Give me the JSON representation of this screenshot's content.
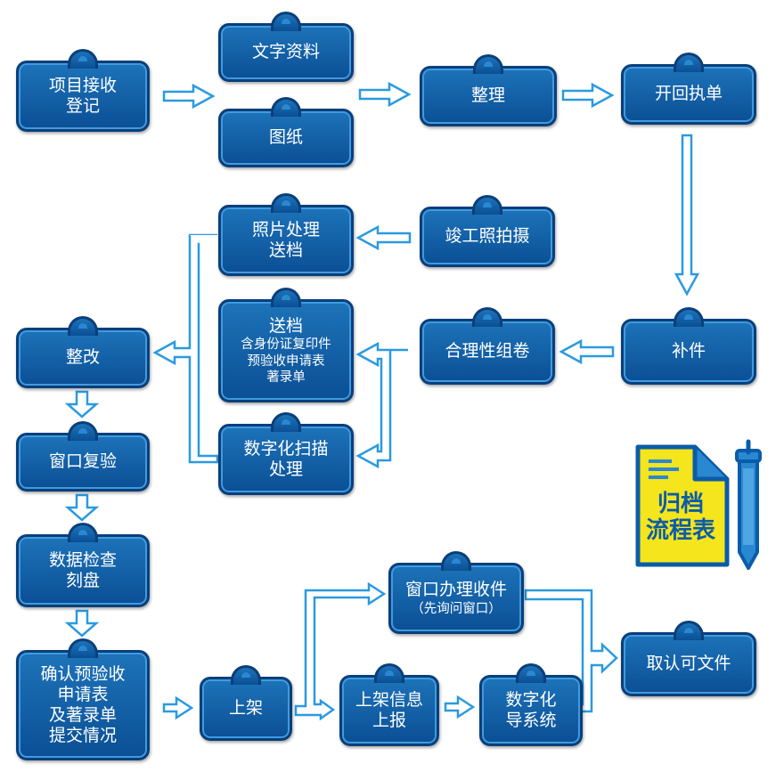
{
  "colors": {
    "node_fill": "#0b5ca8",
    "node_border": "#0a3f7a",
    "arrow_stroke": "#2a9ae0",
    "logo_yellow": "#f4e51c"
  },
  "nodes": {
    "registration": [
      "项目接收",
      "登记"
    ],
    "text_materials": [
      "文字资料"
    ],
    "drawings": [
      "图纸"
    ],
    "organize": [
      "整理"
    ],
    "receipt": [
      "开回执单"
    ],
    "supplement": [
      "补件"
    ],
    "reasonable_volume": [
      "合理性组卷"
    ],
    "completion_photo": [
      "竣工照拍摄"
    ],
    "photo_processing": [
      "照片处理",
      "送档"
    ],
    "submit_docs": {
      "title": "送档",
      "details": [
        "含身份证复印件",
        "预验收申请表",
        "著录单"
      ]
    },
    "digital_scan": [
      "数字化扫描",
      "处理"
    ],
    "rectify": [
      "整改"
    ],
    "window_recheck": [
      "窗口复验"
    ],
    "data_check": [
      "数据检查",
      "刻盘"
    ],
    "confirm": [
      "确认预验收",
      "申请表",
      "及著录单",
      "提交情况"
    ],
    "shelve": [
      "上架"
    ],
    "shelf_info": [
      "上架信息",
      "上报"
    ],
    "digital_system": [
      "数字化",
      "导系统"
    ],
    "window_processing": {
      "title": "窗口办理收件",
      "note": "（先询问窗口）"
    },
    "get_certificate": [
      "取认可文件"
    ]
  },
  "logo": {
    "lines": [
      "归档",
      "流程表"
    ],
    "icons": [
      "document-icon",
      "pen-icon"
    ]
  }
}
